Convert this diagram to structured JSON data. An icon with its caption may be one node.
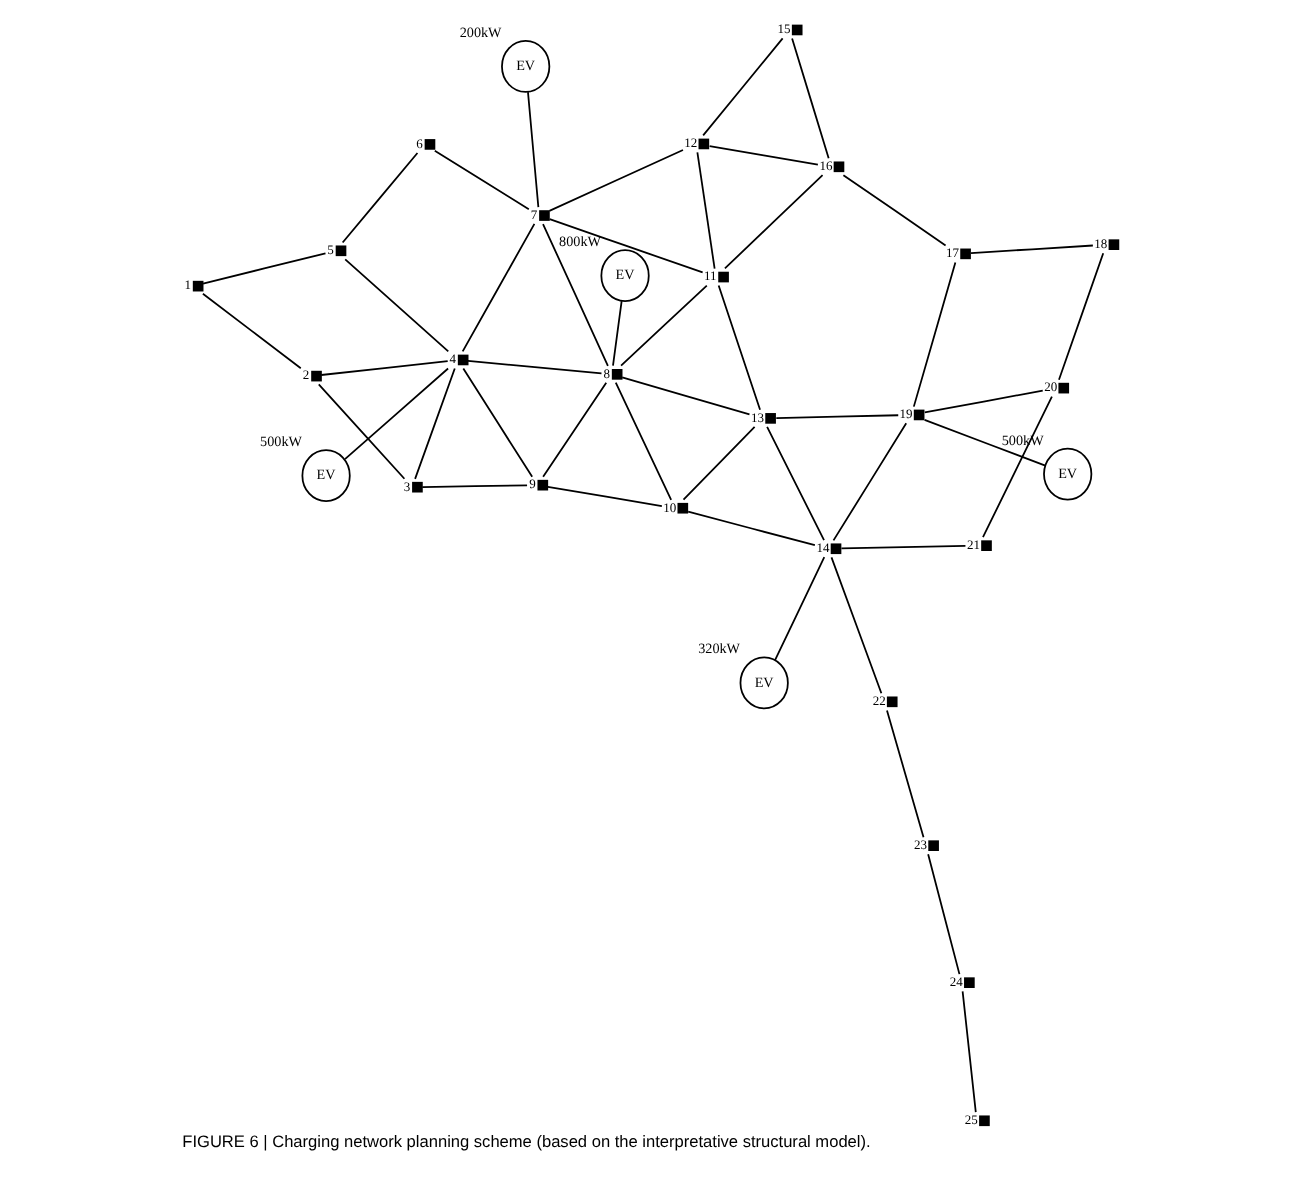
{
  "diagram": {
    "caption": "FIGURE 6 | Charging network planning scheme (based on the interpretative structural model).",
    "nodes": [
      {
        "text": [],
        "shape": "box",
        "beside": [
          "1"
        ]
      },
      {
        "text": [],
        "shape": "box",
        "beside": [
          "2"
        ]
      },
      {
        "text": [],
        "shape": "box",
        "beside": [
          "3"
        ]
      },
      {
        "text": [],
        "shape": "box",
        "beside": [
          "4"
        ]
      },
      {
        "text": [],
        "shape": "box",
        "beside": [
          "5"
        ]
      },
      {
        "text": [],
        "shape": "box",
        "beside": [
          "6"
        ]
      },
      {
        "text": [],
        "shape": "box",
        "beside": [
          "7"
        ]
      },
      {
        "text": [],
        "shape": "box",
        "beside": [
          "8"
        ]
      },
      {
        "text": [],
        "shape": "box",
        "beside": [
          "9"
        ]
      },
      {
        "text": [],
        "shape": "box",
        "beside": [
          "10"
        ]
      },
      {
        "text": [],
        "shape": "box",
        "beside": [
          "11"
        ]
      },
      {
        "text": [],
        "shape": "box",
        "beside": [
          "12"
        ]
      },
      {
        "text": [],
        "shape": "box",
        "beside": [
          "13"
        ]
      },
      {
        "text": [],
        "shape": "box",
        "beside": [
          "14"
        ]
      },
      {
        "text": [],
        "shape": "box",
        "beside": [
          "15"
        ]
      },
      {
        "text": [],
        "shape": "box",
        "beside": [
          "16"
        ]
      },
      {
        "text": [],
        "shape": "box",
        "beside": [
          "17"
        ]
      },
      {
        "text": [],
        "shape": "box",
        "beside": [
          "18"
        ]
      },
      {
        "text": [],
        "shape": "box",
        "beside": [
          "19"
        ]
      },
      {
        "text": [],
        "shape": "box",
        "beside": [
          "20"
        ]
      },
      {
        "text": [],
        "shape": "box",
        "beside": [
          "21"
        ]
      },
      {
        "text": [],
        "shape": "box",
        "beside": [
          "22"
        ]
      },
      {
        "text": [],
        "shape": "box",
        "beside": [
          "23"
        ]
      },
      {
        "text": [],
        "shape": "box",
        "beside": [
          "24"
        ]
      },
      {
        "text": [],
        "shape": "box",
        "beside": [
          "25"
        ]
      },
      {
        "text": [
          "EV"
        ],
        "beside": [
          "500kW"
        ]
      },
      {
        "text": [
          "EV"
        ],
        "beside": [
          "320kW"
        ]
      },
      {
        "text": [
          "EV"
        ],
        "beside": [
          "800kW"
        ]
      },
      {
        "text": [
          "EV"
        ],
        "beside": [
          "200kW"
        ]
      },
      {
        "text": [
          "EV"
        ],
        "beside": [
          "500kW"
        ]
      }
    ],
    "edges": [
      {
        "from": 0,
        "to": 1,
        "arrow": "none"
      },
      {
        "from": 0,
        "to": 4,
        "arrow": "none"
      },
      {
        "from": 1,
        "to": 2,
        "arrow": "none"
      },
      {
        "from": 1,
        "to": 3,
        "arrow": "none"
      },
      {
        "from": 2,
        "to": 3,
        "arrow": "none"
      },
      {
        "from": 2,
        "to": 8,
        "arrow": "none"
      },
      {
        "from": 3,
        "to": 8,
        "arrow": "none"
      },
      {
        "from": 3,
        "to": 7,
        "arrow": "none"
      },
      {
        "from": 3,
        "to": 4,
        "arrow": "none"
      },
      {
        "from": 3,
        "to": 6,
        "arrow": "none"
      },
      {
        "from": 4,
        "to": 5,
        "arrow": "none"
      },
      {
        "from": 5,
        "to": 6,
        "arrow": "none"
      },
      {
        "from": 6,
        "to": 7,
        "arrow": "none"
      },
      {
        "from": 6,
        "to": 10,
        "arrow": "none"
      },
      {
        "from": 6,
        "to": 11,
        "arrow": "none"
      },
      {
        "from": 7,
        "to": 8,
        "arrow": "none"
      },
      {
        "from": 7,
        "to": 9,
        "arrow": "none"
      },
      {
        "from": 7,
        "to": 10,
        "arrow": "none"
      },
      {
        "from": 7,
        "to": 12,
        "arrow": "none"
      },
      {
        "from": 8,
        "to": 9,
        "arrow": "none"
      },
      {
        "from": 9,
        "to": 13,
        "arrow": "none"
      },
      {
        "from": 9,
        "to": 12,
        "arrow": "none"
      },
      {
        "from": 10,
        "to": 12,
        "arrow": "none"
      },
      {
        "from": 10,
        "to": 11,
        "arrow": "none"
      },
      {
        "from": 10,
        "to": 15,
        "arrow": "none"
      },
      {
        "from": 11,
        "to": 14,
        "arrow": "none"
      },
      {
        "from": 11,
        "to": 15,
        "arrow": "none"
      },
      {
        "from": 14,
        "to": 15,
        "arrow": "none"
      },
      {
        "from": 15,
        "to": 16,
        "arrow": "none"
      },
      {
        "from": 16,
        "to": 17,
        "arrow": "none"
      },
      {
        "from": 16,
        "to": 18,
        "arrow": "none"
      },
      {
        "from": 17,
        "to": 19,
        "arrow": "none"
      },
      {
        "from": 18,
        "to": 19,
        "arrow": "none"
      },
      {
        "from": 18,
        "to": 12,
        "arrow": "none"
      },
      {
        "from": 18,
        "to": 13,
        "arrow": "none"
      },
      {
        "from": 19,
        "to": 20,
        "arrow": "none"
      },
      {
        "from": 20,
        "to": 13,
        "arrow": "none"
      },
      {
        "from": 13,
        "to": 12,
        "arrow": "none"
      },
      {
        "from": 13,
        "to": 21,
        "arrow": "none"
      },
      {
        "from": 21,
        "to": 22,
        "arrow": "none"
      },
      {
        "from": 22,
        "to": 23,
        "arrow": "none"
      },
      {
        "from": 23,
        "to": 24,
        "arrow": "none"
      },
      {
        "from": 25,
        "to": 18,
        "arrow": "none"
      },
      {
        "from": 26,
        "to": 13,
        "arrow": "none"
      },
      {
        "from": 27,
        "to": 7,
        "arrow": "none"
      },
      {
        "from": 28,
        "to": 6,
        "arrow": "none"
      },
      {
        "from": 29,
        "to": 3,
        "arrow": "none"
      }
    ]
  }
}
